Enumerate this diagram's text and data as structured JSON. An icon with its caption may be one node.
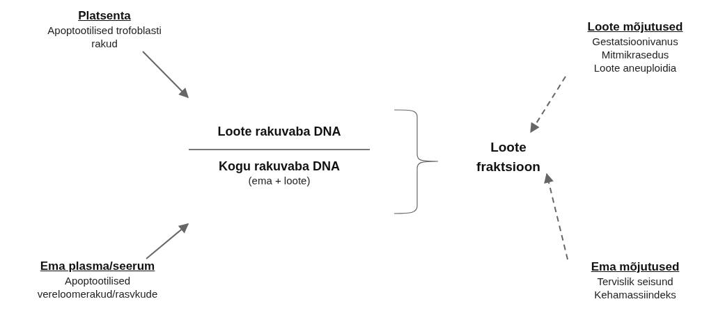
{
  "diagram": {
    "nodes": [
      {
        "text": [
          "Platsenta",
          "Apoptootilised trofoblasti rakud"
        ]
      },
      {
        "text": [
          "Ema plasma/seerum",
          "Apoptootilised vereloomerakud/rasvkude"
        ]
      },
      {
        "text": [
          "Loote rakuvaba DNA",
          "Kogu rakuvaba DNA",
          "(ema + loote)"
        ]
      },
      {
        "text": [
          "Loote fraktsioon"
        ]
      },
      {
        "text": [
          "Loote mõjutused",
          "Gestatsioonivanus",
          "Mitmikrasedus",
          "Loote aneuploidia"
        ]
      },
      {
        "text": [
          "Ema mõjutused",
          "Tervislik seisund",
          "Kehamassiindeks"
        ]
      }
    ],
    "edges": [
      {
        "from": 0,
        "to": 2,
        "arrow": "to"
      },
      {
        "from": 1,
        "to": 2,
        "arrow": "to"
      },
      {
        "from": 4,
        "to": 3,
        "arrow": "to",
        "style": "dashed"
      },
      {
        "from": 5,
        "to": 3,
        "arrow": "to",
        "style": "dashed"
      }
    ]
  }
}
